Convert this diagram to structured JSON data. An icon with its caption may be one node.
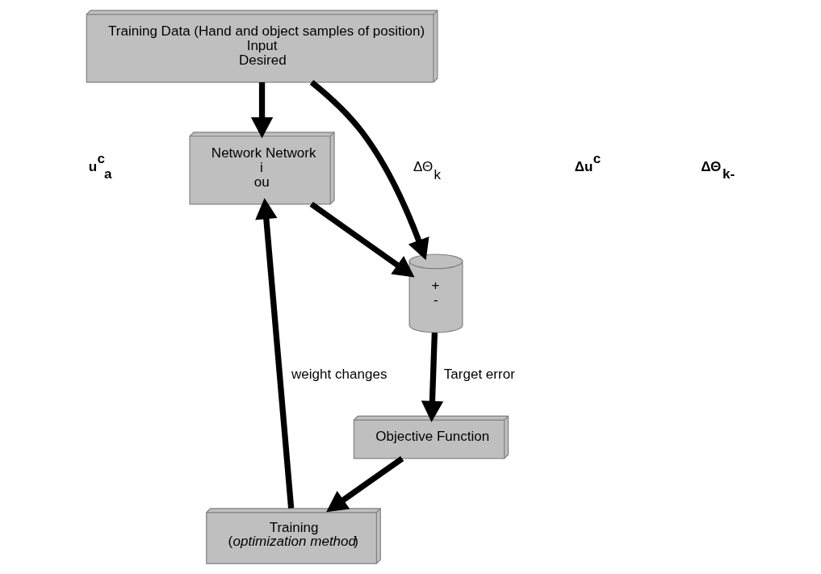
{
  "diagram": {
    "nodes": [
      {
        "text": [
          "Training Data (Hand and object samples of position)",
          "Input",
          "Desired"
        ]
      },
      {
        "text": [
          "Network Network",
          "i",
          "ou"
        ]
      },
      {
        "text": [
          "+",
          "-"
        ]
      },
      {
        "text": [
          "Objective Function"
        ]
      },
      {
        "text": [
          "Training",
          "(*optimization method*)"
        ]
      }
    ],
    "edges": [
      {
        "from": 0,
        "to": 1,
        "arrow": "to"
      },
      {
        "from": 0,
        "to": 2,
        "arrow": "to",
        "label": "ΔΘ$_{k}$"
      },
      {
        "from": 1,
        "to": 2,
        "arrow": "to"
      },
      {
        "from": 2,
        "to": 3,
        "arrow": "to",
        "label": "Target error"
      },
      {
        "from": 3,
        "to": 4,
        "arrow": "to"
      },
      {
        "from": 4,
        "to": 1,
        "arrow": "to",
        "label": "weight changes"
      }
    ],
    "labels": [
      "u$^{c}$$_{a}$",
      "Δu$^{c}$",
      "ΔΘ$_{k-}$"
    ]
  }
}
